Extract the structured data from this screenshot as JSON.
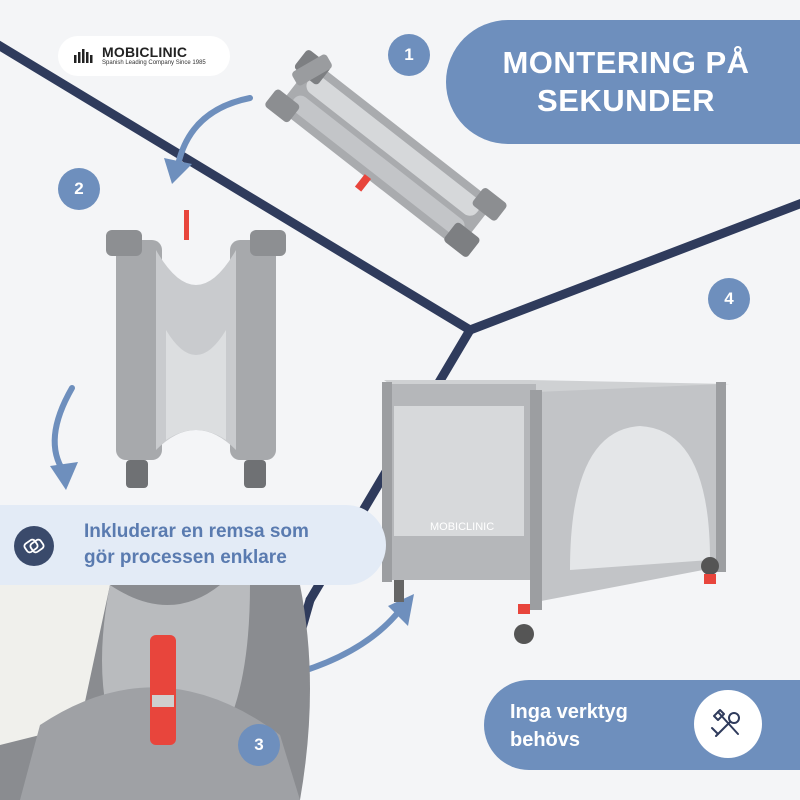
{
  "logo": {
    "brand": "MOBICLINIC",
    "tagline": "Spanish Leading Company Since 1985"
  },
  "headline": {
    "line1": "MONTERING PÅ",
    "line2": "SEKUNDER"
  },
  "steps": {
    "s1": "1",
    "s2": "2",
    "s3": "3",
    "s4": "4"
  },
  "strap_callout": {
    "line1": "Inkluderar en remsa som",
    "line2": "gör processen enklare",
    "icon": "strap-icon"
  },
  "tools_callout": {
    "line1": "Inga verktyg",
    "line2": "behövs",
    "icon": "tools-icon"
  },
  "playpen_brand": "MOBICLINIC",
  "colors": {
    "accent_blue": "#6e8fbd",
    "navy_line": "#2f3b5c",
    "light_panel": "#e3ebf6",
    "strap_red": "#e8453c"
  }
}
